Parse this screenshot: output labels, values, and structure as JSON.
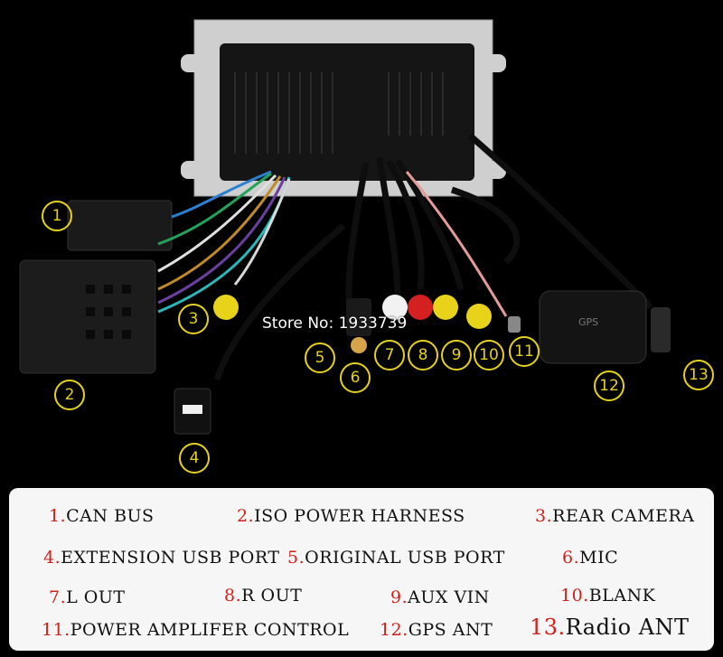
{
  "watermark": "Store No: 1933739",
  "unit_label": "GPS",
  "callouts": [
    "1",
    "2",
    "3",
    "4",
    "5",
    "6",
    "7",
    "8",
    "9",
    "10",
    "11",
    "12",
    "13"
  ],
  "legend": [
    {
      "num": "1.",
      "text": "CAN BUS"
    },
    {
      "num": "2.",
      "text": "ISO POWER HARNESS"
    },
    {
      "num": "3.",
      "text": "REAR CAMERA"
    },
    {
      "num": "4.",
      "text": "EXTENSION USB PORT"
    },
    {
      "num": "5.",
      "text": "ORIGINAL USB PORT"
    },
    {
      "num": "6.",
      "text": "MIC"
    },
    {
      "num": "7.",
      "text": "L OUT"
    },
    {
      "num": "8.",
      "text": "R OUT"
    },
    {
      "num": "9.",
      "text": "AUX VIN"
    },
    {
      "num": "10.",
      "text": "BLANK"
    },
    {
      "num": "11.",
      "text": "POWER AMPLIFER CONTROL"
    },
    {
      "num": "12.",
      "text": "GPS ANT"
    },
    {
      "num": "13.",
      "text": "Radio ANT"
    }
  ],
  "colors": {
    "callout": "#e6d21e",
    "legend_number": "#d0201a",
    "legend_bg": "#f6f6f6"
  }
}
